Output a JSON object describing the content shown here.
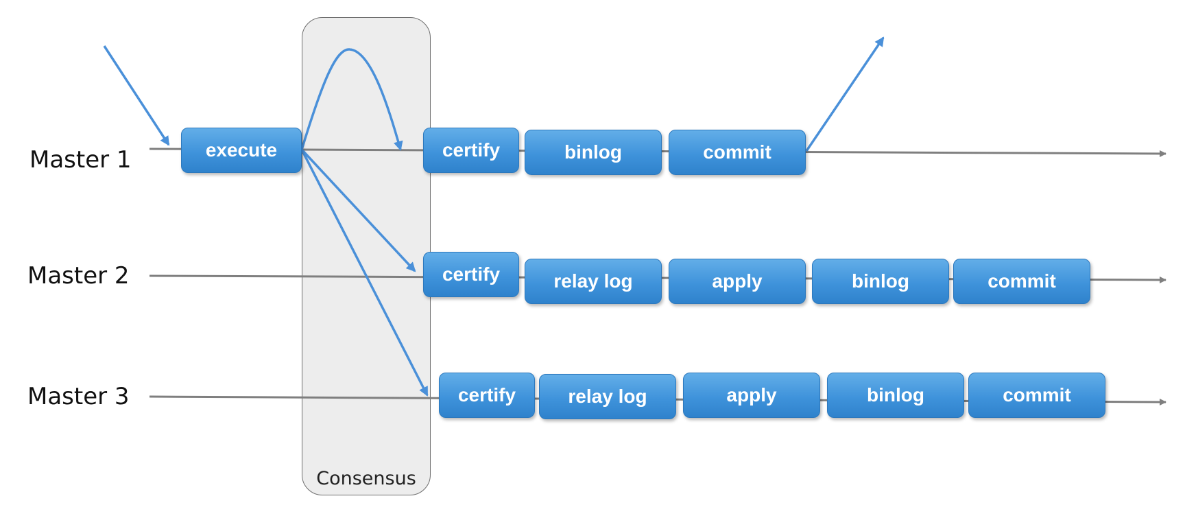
{
  "consensus": {
    "label": "Consensus"
  },
  "masters": [
    {
      "label": "Master 1",
      "steps": [
        "execute",
        "certify",
        "binlog",
        "commit"
      ]
    },
    {
      "label": "Master 2",
      "steps": [
        "certify",
        "relay log",
        "apply",
        "binlog",
        "commit"
      ]
    },
    {
      "label": "Master 3",
      "steps": [
        "certify",
        "relay log",
        "apply",
        "binlog",
        "commit"
      ]
    }
  ],
  "colors": {
    "timeline": "#7f7f7f",
    "arrow": "#4a90d9",
    "step_fill": "#3f93db",
    "consensus_fill": "#ededed"
  }
}
